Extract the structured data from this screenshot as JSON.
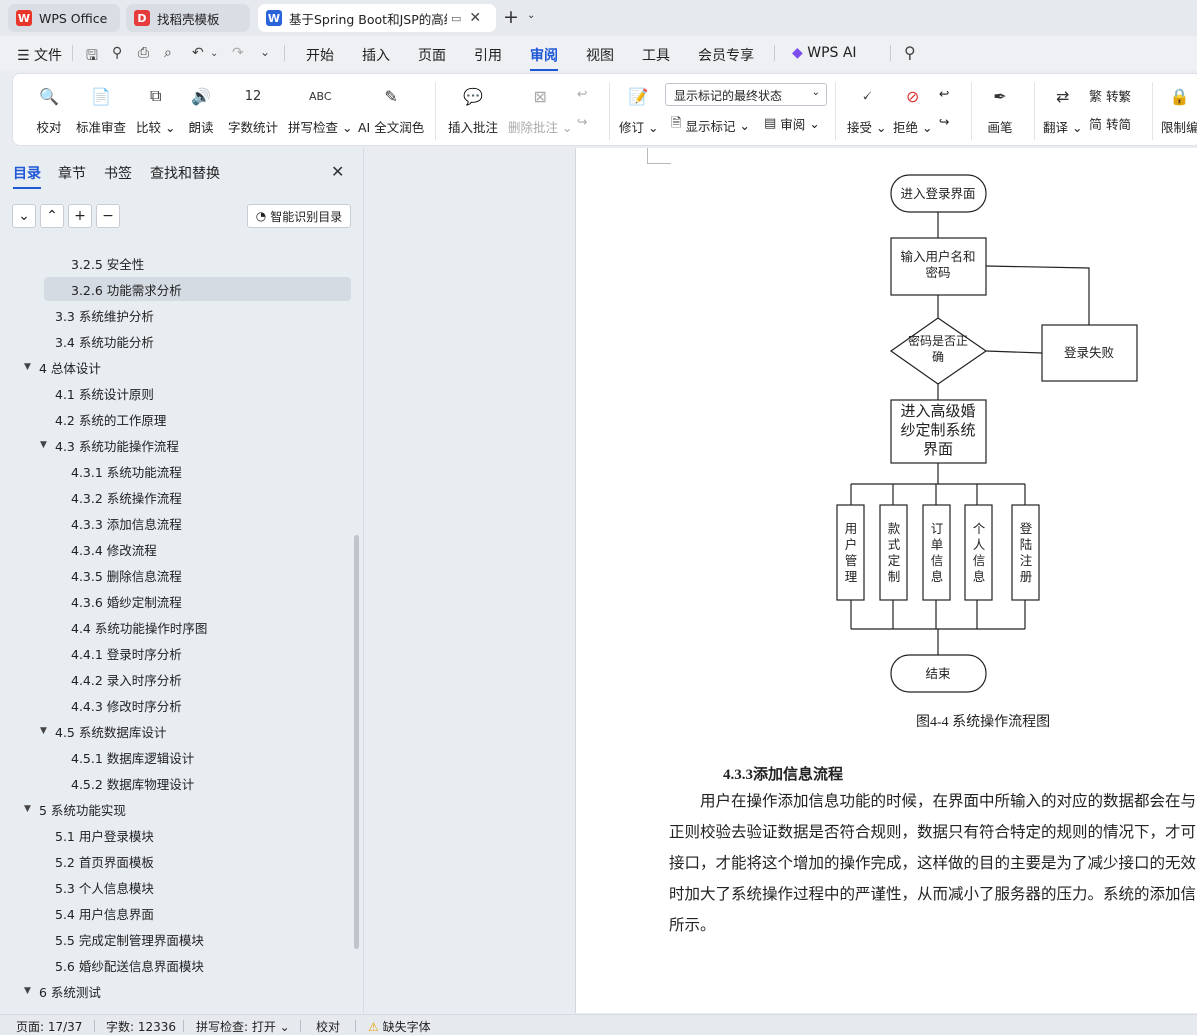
{
  "tabs": [
    {
      "label": "WPS Office",
      "logo": "W"
    },
    {
      "label": "找稻壳模板",
      "logo": "D"
    },
    {
      "label": "基于Spring Boot和JSP的高级",
      "logo": "W"
    }
  ],
  "menu": {
    "file_label": "文件",
    "items": [
      "开始",
      "插入",
      "页面",
      "引用",
      "审阅",
      "视图",
      "工具",
      "会员专享"
    ],
    "active": "审阅",
    "ai_label": "WPS AI"
  },
  "ribbon": {
    "proofread": "校对",
    "standard_review": "标准审查",
    "compare": "比较",
    "read_aloud": "朗读",
    "word_count": "字数统计",
    "spell_check": "拼写检查",
    "ai_polish": "AI 全文润色",
    "insert_comment": "插入批注",
    "delete_comment": "删除批注",
    "track_changes": "修订",
    "markup_mode": "显示标记的最终状态",
    "show_markup": "显示标记",
    "review_pane": "审阅",
    "accept": "接受",
    "reject": "拒绝",
    "pen": "画笔",
    "translate": "翻译",
    "to_traditional": "转繁",
    "to_simplified": "转简",
    "restrict_edit": "限制编"
  },
  "nav": {
    "tabs": [
      "目录",
      "章节",
      "书签",
      "查找和替换"
    ],
    "active_tab": "目录",
    "smart_toc": "智能识别目录",
    "toc": [
      {
        "label": "3.2.5  安全性",
        "level": 3
      },
      {
        "label": "3.2.6  功能需求分析",
        "level": 3,
        "selected": true
      },
      {
        "label": "3.3  系统维护分析",
        "level": 2
      },
      {
        "label": "3.4  系统功能分析",
        "level": 2
      },
      {
        "label": "4  总体设计",
        "level": 1,
        "expanded": true
      },
      {
        "label": "4.1 系统设计原则",
        "level": 2
      },
      {
        "label": "4.2 系统的工作原理",
        "level": 2
      },
      {
        "label": "4.3 系统功能操作流程",
        "level": 2,
        "expanded": true
      },
      {
        "label": "4.3.1 系统功能流程",
        "level": 3
      },
      {
        "label": "4.3.2 系统操作流程",
        "level": 3
      },
      {
        "label": "4.3.3 添加信息流程",
        "level": 3
      },
      {
        "label": "4.3.4 修改流程",
        "level": 3
      },
      {
        "label": "4.3.5 删除信息流程",
        "level": 3
      },
      {
        "label": "4.3.6 婚纱定制流程",
        "level": 3
      },
      {
        "label": "4.4 系统功能操作时序图",
        "level": 3
      },
      {
        "label": "4.4.1 登录时序分析",
        "level": 3
      },
      {
        "label": "4.4.2 录入时序分析",
        "level": 3
      },
      {
        "label": "4.4.3 修改时序分析",
        "level": 3
      },
      {
        "label": "4.5 系统数据库设计",
        "level": 2,
        "expanded": true
      },
      {
        "label": "4.5.1 数据库逻辑设计",
        "level": 3
      },
      {
        "label": "4.5.2 数据库物理设计",
        "level": 3
      },
      {
        "label": "5  系统功能实现",
        "level": 1,
        "expanded": true
      },
      {
        "label": "5.1  用户登录模块",
        "level": 2
      },
      {
        "label": "5.2  首页界面模板",
        "level": 2
      },
      {
        "label": "5.3  个人信息模块",
        "level": 2
      },
      {
        "label": "5.4  用户信息界面",
        "level": 2
      },
      {
        "label": "5.5  完成定制管理界面模块",
        "level": 2
      },
      {
        "label": "5.6  婚纱配送信息界面模块",
        "level": 2
      },
      {
        "label": "6 系统测试",
        "level": 1,
        "expanded": true
      }
    ]
  },
  "document": {
    "flowchart": {
      "start": "进入登录界面",
      "input_line1": "输入用户名和",
      "input_line2": "密码",
      "decision_line1": "密码是否正",
      "decision_line2": "确",
      "fail": "登录失败",
      "main_line1": "进入高级婚",
      "main_line2": "纱定制系统",
      "main_line3": "界面",
      "modules": [
        "用户管理",
        "款式定制",
        "订单信息",
        "个人信息",
        "登陆注册"
      ],
      "end": "结束"
    },
    "figure_caption": "图4-4 系统操作流程图",
    "section_heading": "4.3.3添加信息流程",
    "paragraph_lines": [
      "用户在操作添加信息功能的时候，在界面中所输入的对应的数据都会在与",
      "正则校验去验证数据是否符合规则，数据只有符合特定的规则的情况下，才可",
      "接口，才能将这个增加的操作完成，这样做的目的主要是为了减少接口的无效",
      "时加大了系统操作过程中的严谨性，从而减小了服务器的压力。系统的添加信",
      "所示。"
    ]
  },
  "status": {
    "page": "页面: 17/37",
    "words": "字数: 12336",
    "spell": "拼写检查: 打开",
    "proof": "校对",
    "missing_font": "缺失字体"
  }
}
